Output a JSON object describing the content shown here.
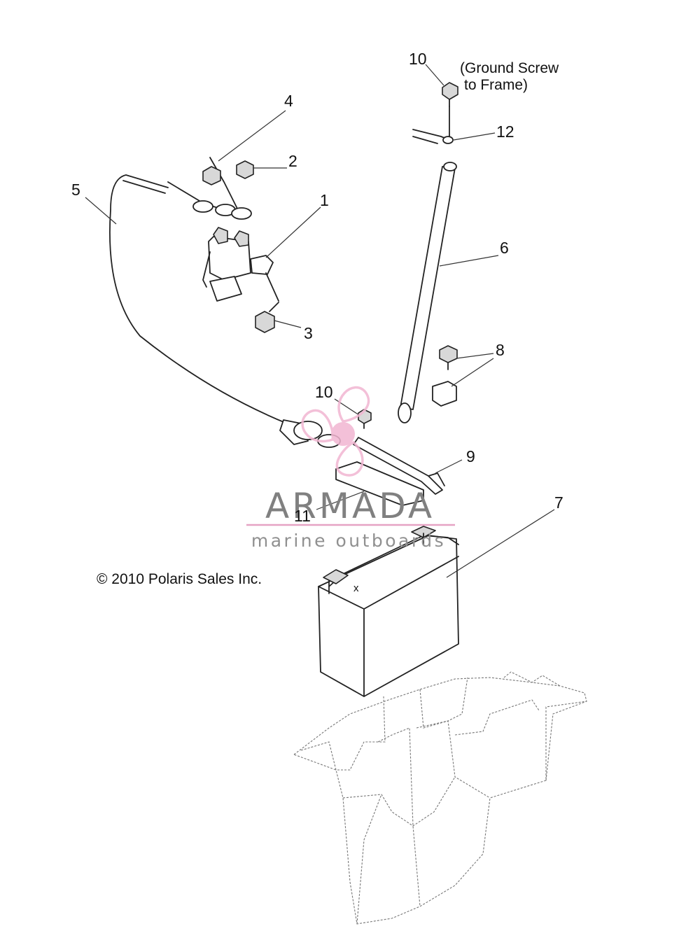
{
  "callouts": [
    {
      "id": "c1",
      "text": "1"
    },
    {
      "id": "c2",
      "text": "2"
    },
    {
      "id": "c3",
      "text": "3"
    },
    {
      "id": "c4",
      "text": "4"
    },
    {
      "id": "c5",
      "text": "5"
    },
    {
      "id": "c6",
      "text": "6"
    },
    {
      "id": "c7",
      "text": "7"
    },
    {
      "id": "c8",
      "text": "8"
    },
    {
      "id": "c9",
      "text": "9"
    },
    {
      "id": "c10a",
      "text": "10"
    },
    {
      "id": "c10b",
      "text": "10"
    },
    {
      "id": "c11",
      "text": "11"
    },
    {
      "id": "c12",
      "text": "12"
    }
  ],
  "note": {
    "line1": "(Ground Screw",
    "line2": "to Frame)"
  },
  "copyright": "© 2010 Polaris Sales Inc.",
  "watermark": {
    "title": "ARMADA",
    "subtitle": "marine outboards",
    "accent_color": "#e6a3c4",
    "logo_color": "#f2b6d2"
  },
  "colors": {
    "line": "#222222",
    "background": "#ffffff"
  }
}
